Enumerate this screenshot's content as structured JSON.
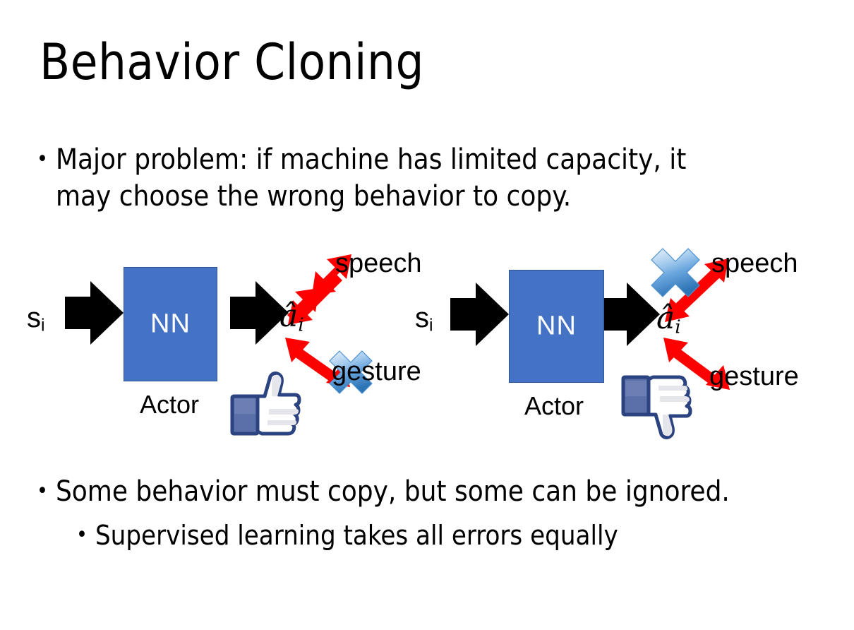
{
  "slide": {
    "title": "Behavior Cloning",
    "background_color": "#FFFFFF",
    "text_color": "#000000"
  },
  "bullets": {
    "top": {
      "marker": "•",
      "line1": "Major problem: if machine has limited capacity, it",
      "line2": "may choose the wrong behavior to copy."
    },
    "bottom": {
      "marker": "•",
      "text": "Some behavior must copy, but some can be ignored."
    },
    "sub": {
      "marker": "•",
      "text": "Supervised learning takes all errors equally"
    }
  },
  "colors": {
    "nn_box_fill": "#4472C4",
    "nn_box_border": "#2F5597",
    "nn_text": "#FFFFFF",
    "flow_arrow": "#000000",
    "double_arrow": "#FF0000",
    "cross_icon_light": "#CFE2F7",
    "cross_icon_mid": "#7FB2E5",
    "cross_icon_dark": "#2E75B6",
    "thumb_outline": "#3B5998",
    "thumb_fill": "#FFFFFF",
    "thumb_cuff": "#5B6FA8",
    "thumb_shadow": "#E4E6EB"
  },
  "diagrams": [
    {
      "id": "left",
      "state_label": "s",
      "state_subscript": "i",
      "nn_label": "NN",
      "actor_label": "Actor",
      "action_label": "â",
      "action_subscript": "i",
      "outputs": [
        {
          "name": "speech",
          "label": "speech",
          "crossed": false
        },
        {
          "name": "gesture",
          "label": "gesture",
          "crossed": true
        }
      ],
      "verdict_icon": "thumbs-up-icon",
      "verdict": "up"
    },
    {
      "id": "right",
      "state_label": "s",
      "state_subscript": "i",
      "nn_label": "NN",
      "actor_label": "Actor",
      "action_label": "â",
      "action_subscript": "i",
      "outputs": [
        {
          "name": "speech",
          "label": "speech",
          "crossed": true
        },
        {
          "name": "gesture",
          "label": "gesture",
          "crossed": false
        }
      ],
      "verdict_icon": "thumbs-down-icon",
      "verdict": "down"
    }
  ]
}
